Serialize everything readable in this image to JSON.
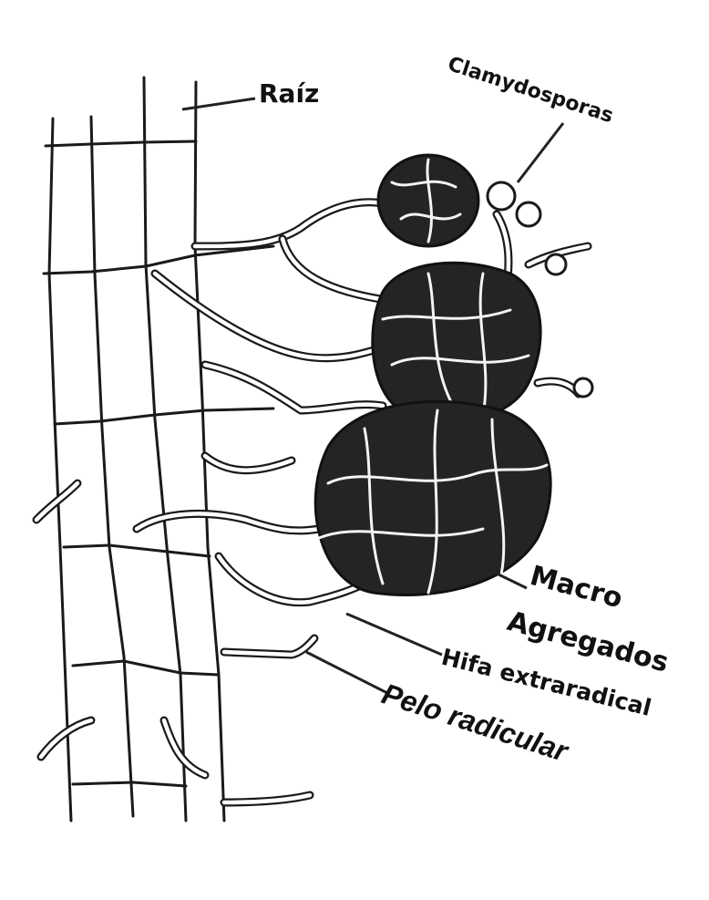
{
  "labels": {
    "root": "Raíz",
    "chlamydospores": "Clamydosporas",
    "macro": "Macro",
    "aggregates": "Agregados",
    "hypha": "Hifa extraradical",
    "root_hair": "Pelo radicular"
  },
  "colors": {
    "ink": "#1a1a1a",
    "aggregate_fill": "#242424",
    "background": "#ffffff"
  }
}
